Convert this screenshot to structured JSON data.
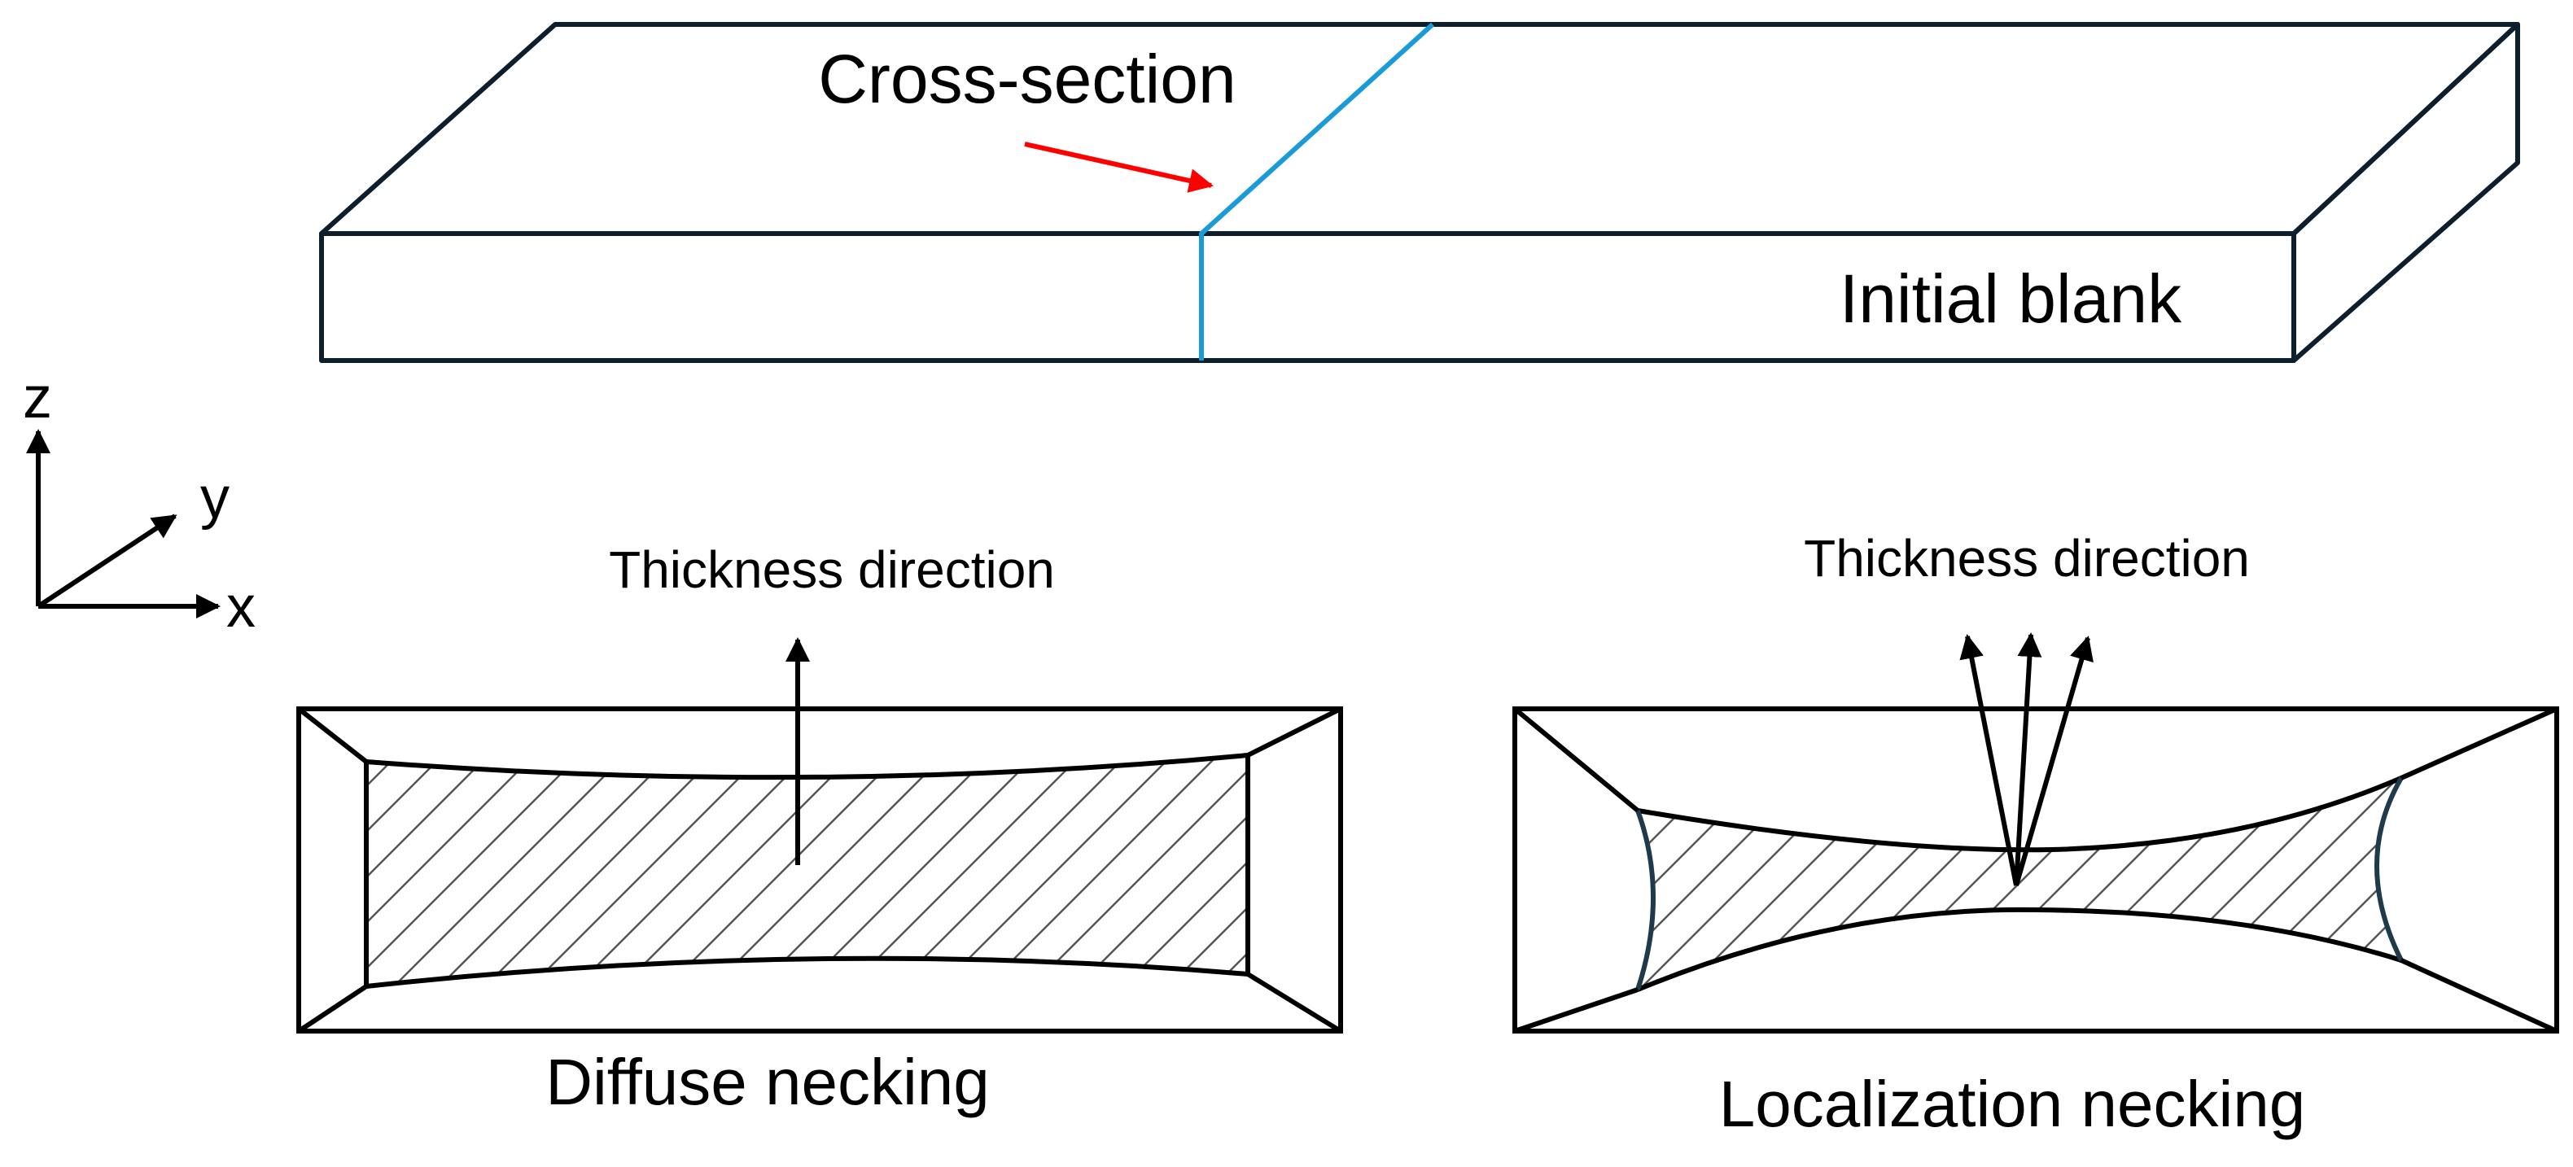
{
  "labels": {
    "cross_section": "Cross-section",
    "initial_blank": "Initial blank",
    "thickness_left": "Thickness direction",
    "thickness_right": "Thickness direction",
    "diffuse": "Diffuse necking",
    "localization": "Localization necking"
  },
  "axes": {
    "z": "z",
    "y": "y",
    "x": "x"
  },
  "colors": {
    "outline": "#0d1f2d",
    "stroke": "#000000",
    "cross_section_line": "#1a9ad6",
    "arrow_red": "#ff0000",
    "thin_edge": "#1f3a4a"
  }
}
